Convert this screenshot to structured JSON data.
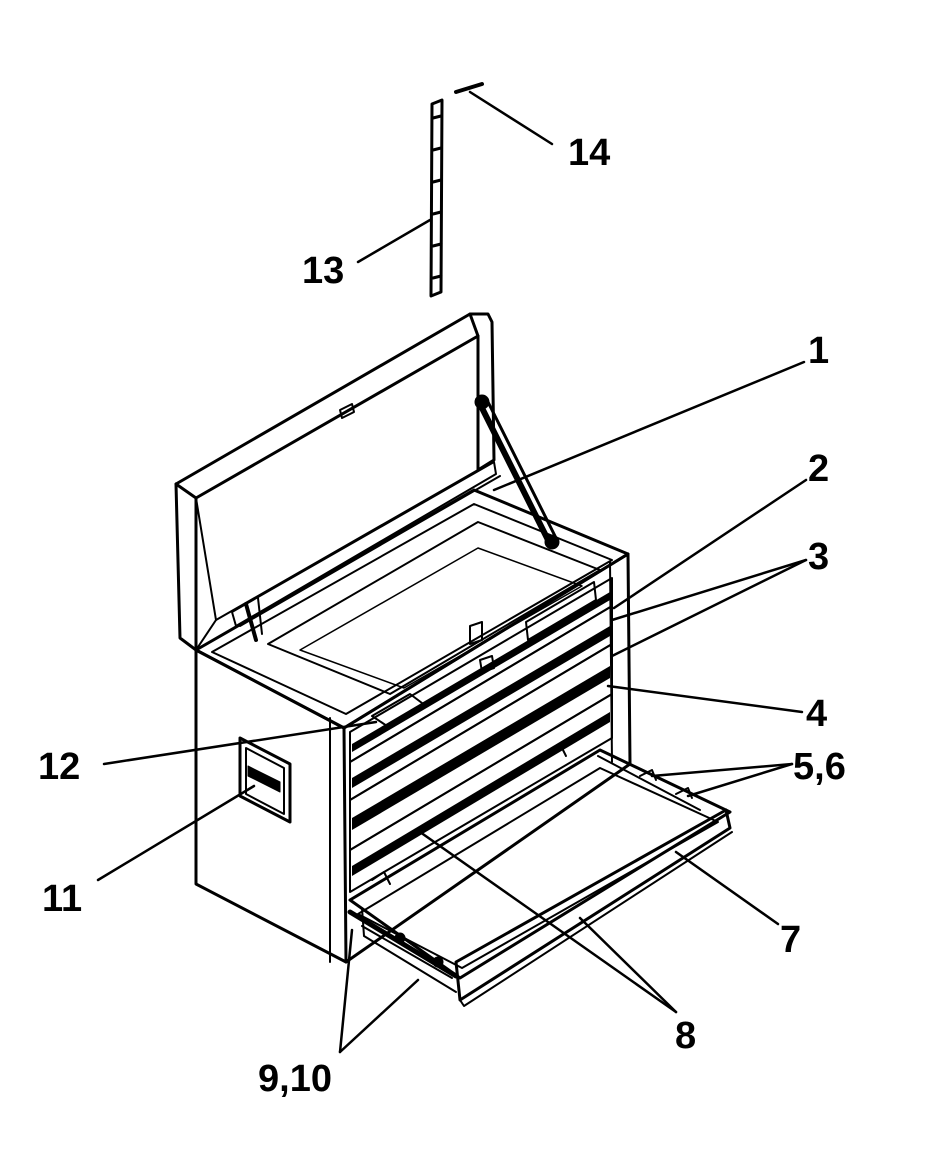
{
  "diagram": {
    "callouts": [
      {
        "id": "c1",
        "text": "1"
      },
      {
        "id": "c2",
        "text": "2"
      },
      {
        "id": "c3",
        "text": "3"
      },
      {
        "id": "c4",
        "text": "4"
      },
      {
        "id": "c56",
        "text": "5,6"
      },
      {
        "id": "c7",
        "text": "7"
      },
      {
        "id": "c8",
        "text": "8"
      },
      {
        "id": "c910",
        "text": "9,10"
      },
      {
        "id": "c11",
        "text": "11"
      },
      {
        "id": "c12",
        "text": "12"
      },
      {
        "id": "c13",
        "text": "13"
      },
      {
        "id": "c14",
        "text": "14"
      }
    ]
  },
  "colors": {
    "ink": "#000000",
    "paper": "#ffffff"
  }
}
